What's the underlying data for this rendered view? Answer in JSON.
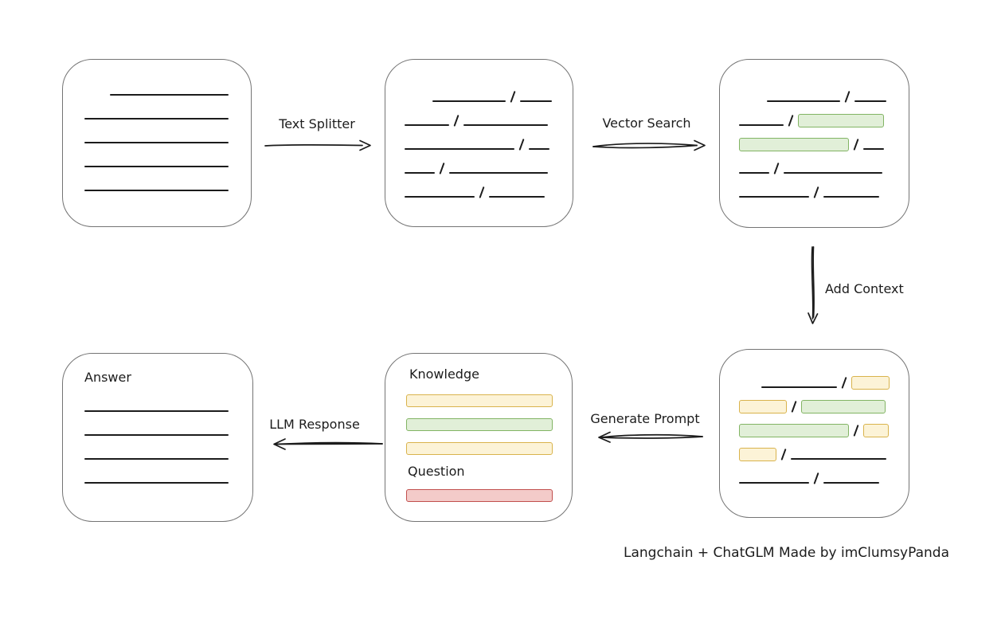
{
  "colors": {
    "stroke": "#1c1c1c",
    "box_border": "#747474",
    "green_fill": "#e1efd8",
    "green_border": "#82b464",
    "yellow_fill": "#fcf3d7",
    "yellow_border": "#d9b34c",
    "red_fill": "#f3cbc9",
    "red_border": "#c1504e"
  },
  "labels": {
    "text_splitter": "Text Splitter",
    "vector_search": "Vector Search",
    "add_context": "Add Context",
    "generate_prompt": "Generate Prompt",
    "llm_response": "LLM Response",
    "knowledge": "Knowledge",
    "question": "Question",
    "answer": "Answer",
    "caption": "Langchain + ChatGLM Made by imClumsyPanda"
  },
  "boxes": {
    "document": {
      "rows": [
        [
          {
            "t": "gap",
            "w": 32
          },
          {
            "t": "line",
            "w": 149
          }
        ],
        [
          {
            "t": "line",
            "w": 181
          }
        ],
        [
          {
            "t": "line",
            "w": 181
          }
        ],
        [
          {
            "t": "line",
            "w": 181
          }
        ],
        [
          {
            "t": "line",
            "w": 181
          }
        ]
      ]
    },
    "split": {
      "rows": [
        [
          {
            "t": "gap",
            "w": 35
          },
          {
            "t": "line",
            "w": 92
          },
          {
            "t": "slash"
          },
          {
            "t": "line",
            "w": 40
          }
        ],
        [
          {
            "t": "line",
            "w": 56
          },
          {
            "t": "slash"
          },
          {
            "t": "line",
            "w": 106
          }
        ],
        [
          {
            "t": "line",
            "w": 138
          },
          {
            "t": "slash"
          },
          {
            "t": "line",
            "w": 26
          }
        ],
        [
          {
            "t": "line",
            "w": 38
          },
          {
            "t": "slash"
          },
          {
            "t": "line",
            "w": 124
          }
        ],
        [
          {
            "t": "line",
            "w": 88
          },
          {
            "t": "slash"
          },
          {
            "t": "line",
            "w": 70
          }
        ]
      ]
    },
    "vector": {
      "rows": [
        [
          {
            "t": "gap",
            "w": 35
          },
          {
            "t": "line",
            "w": 92
          },
          {
            "t": "slash"
          },
          {
            "t": "line",
            "w": 40
          }
        ],
        [
          {
            "t": "line",
            "w": 56
          },
          {
            "t": "slash"
          },
          {
            "t": "chip",
            "c": "green",
            "w": 108
          }
        ],
        [
          {
            "t": "chip",
            "c": "green",
            "w": 138
          },
          {
            "t": "slash"
          },
          {
            "t": "line",
            "w": 26
          }
        ],
        [
          {
            "t": "line",
            "w": 38
          },
          {
            "t": "slash"
          },
          {
            "t": "line",
            "w": 124
          }
        ],
        [
          {
            "t": "line",
            "w": 88
          },
          {
            "t": "slash"
          },
          {
            "t": "line",
            "w": 70
          }
        ]
      ]
    },
    "context": {
      "rows": [
        [
          {
            "t": "gap",
            "w": 28
          },
          {
            "t": "line",
            "w": 95
          },
          {
            "t": "slash"
          },
          {
            "t": "chip",
            "c": "yellow",
            "w": 48
          }
        ],
        [
          {
            "t": "chip",
            "c": "yellow",
            "w": 60
          },
          {
            "t": "slash"
          },
          {
            "t": "chip",
            "c": "green",
            "w": 106
          }
        ],
        [
          {
            "t": "chip",
            "c": "green",
            "w": 138
          },
          {
            "t": "slash"
          },
          {
            "t": "chip",
            "c": "yellow",
            "w": 32
          }
        ],
        [
          {
            "t": "chip",
            "c": "yellow",
            "w": 47
          },
          {
            "t": "slash"
          },
          {
            "t": "line",
            "w": 120
          }
        ],
        [
          {
            "t": "line",
            "w": 88
          },
          {
            "t": "slash"
          },
          {
            "t": "line",
            "w": 70
          }
        ]
      ]
    },
    "answer": {
      "rows": [
        [
          {
            "t": "line",
            "w": 181
          }
        ],
        [
          {
            "t": "line",
            "w": 181
          }
        ],
        [
          {
            "t": "line",
            "w": 181
          }
        ],
        [
          {
            "t": "line",
            "w": 181
          }
        ]
      ]
    },
    "prompt": {
      "knowledge_bars": [
        "yellow",
        "green",
        "yellow"
      ],
      "question_bars": [
        "red"
      ]
    }
  }
}
